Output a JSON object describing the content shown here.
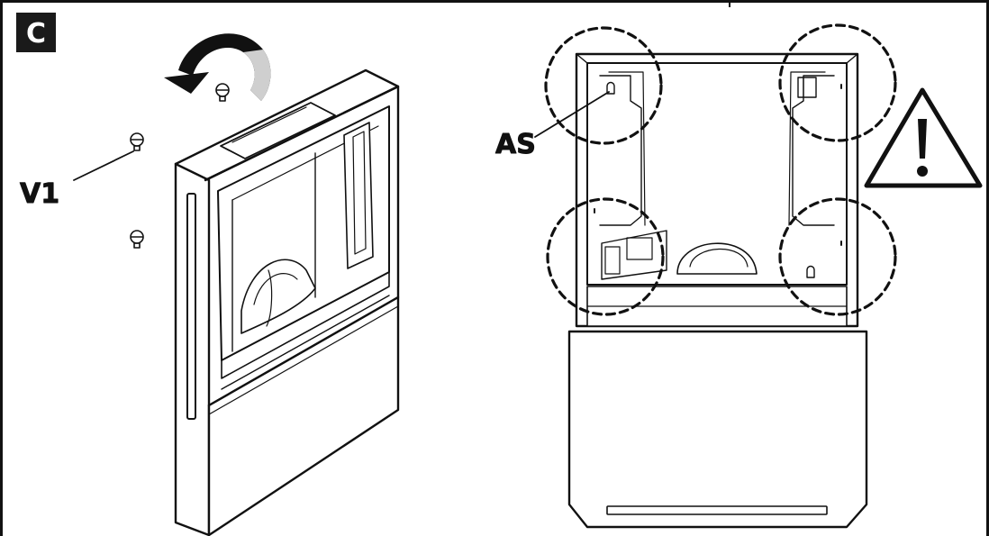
{
  "step": {
    "label": "C",
    "badge_color": "#1a1a1a"
  },
  "labels": {
    "screw": "V1",
    "slot": "AS"
  },
  "icons": {
    "rotation": "curved-arrow-icon",
    "warning": "warning-triangle-icon",
    "screw": "screw-icon"
  },
  "colors": {
    "line": "#111111",
    "background": "#ffffff"
  }
}
